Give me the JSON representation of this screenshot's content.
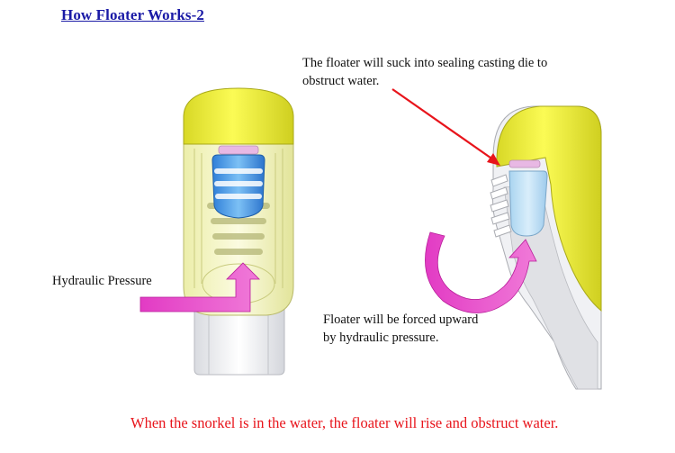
{
  "title": "How Floater Works-2",
  "labels": {
    "top_note_line1": "The floater will suck into sealing casting die to",
    "top_note_line2": "obstruct water.",
    "hydraulic": "Hydraulic Pressure",
    "forced_line1": "Floater will be forced upward",
    "forced_line2": "by hydraulic pressure."
  },
  "caption": "When the snorkel is in the water, the floater will rise and obstruct water.",
  "colors": {
    "title": "#1a1aa6",
    "caption": "#e8141b",
    "cap_yellow": "#f2f23c",
    "arrow_magenta": "#e23bc4",
    "pointer_red": "#e8141b",
    "floater_blue": "#3a8fe0"
  }
}
